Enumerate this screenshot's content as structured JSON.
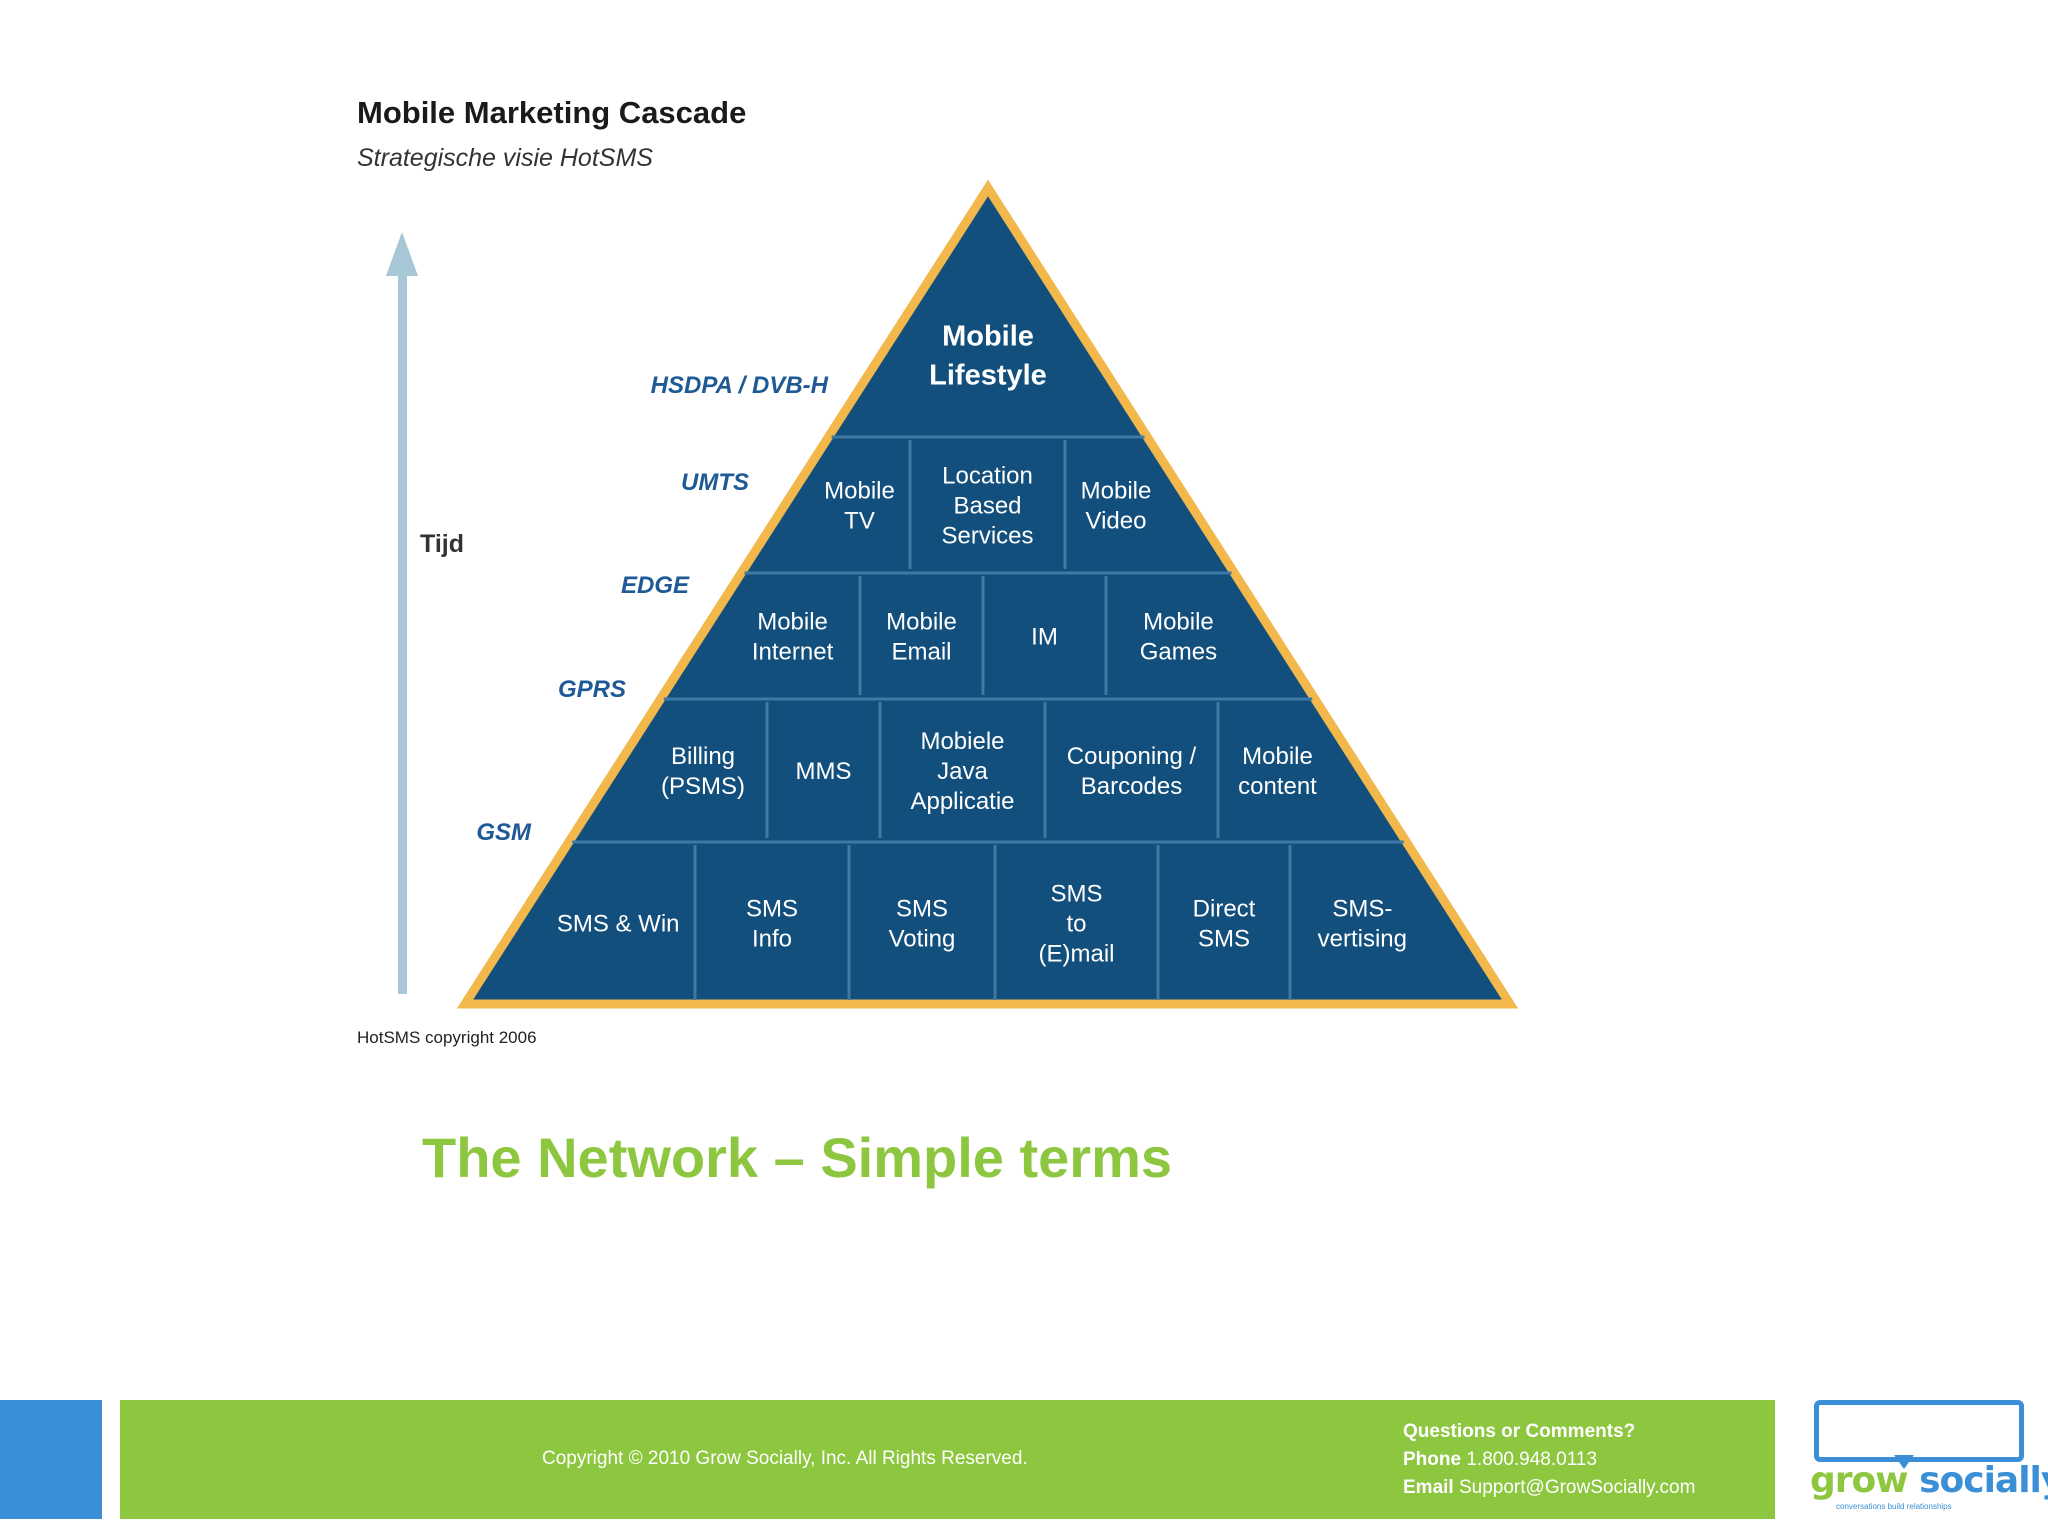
{
  "figure": {
    "title": "Mobile Marketing Cascade",
    "subtitle": "Strategische visie HotSMS",
    "axis_label": "Tijd",
    "copyright": "HotSMS copyright 2006"
  },
  "pyramid": {
    "levels": [
      {
        "network": "GSM",
        "cells": [
          [
            "SMS & Win"
          ],
          [
            "SMS",
            "Info"
          ],
          [
            "SMS",
            "Voting"
          ],
          [
            "SMS",
            "to",
            "(E)mail"
          ],
          [
            "Direct",
            "SMS"
          ],
          [
            "SMS-",
            "vertising"
          ]
        ]
      },
      {
        "network": "GPRS",
        "cells": [
          [
            "Billing",
            "(PSMS)"
          ],
          [
            "MMS"
          ],
          [
            "Mobiele",
            "Java",
            "Applicatie"
          ],
          [
            "Couponing /",
            "Barcodes"
          ],
          [
            "Mobile",
            "content"
          ]
        ]
      },
      {
        "network": "EDGE",
        "cells": [
          [
            "Mobile",
            "Internet"
          ],
          [
            "Mobile",
            "Email"
          ],
          [
            "IM"
          ],
          [
            "Mobile",
            "Games"
          ]
        ]
      },
      {
        "network": "UMTS",
        "cells": [
          [
            "Mobile",
            "TV"
          ],
          [
            "Location",
            "Based",
            "Services"
          ],
          [
            "Mobile",
            "Video"
          ]
        ]
      },
      {
        "network": "HSDPA / DVB-H",
        "cells": [
          [
            "Mobile",
            "Lifestyle"
          ]
        ]
      }
    ],
    "colors": {
      "fill": "#134f7c",
      "border": "#f2b84b",
      "divider": "#3f7aa6",
      "label": "#1f5a96",
      "arrow": "#a7c6d6"
    }
  },
  "slide_title": "The Network – Simple terms",
  "footer": {
    "copyright": "Copyright © 2010 Grow Socially, Inc. All Rights Reserved.",
    "contact_heading": "Questions or Comments?",
    "phone_label": "Phone",
    "phone": "1.800.948.0113",
    "email_label": "Email",
    "email": "Support@GrowSocially.com"
  },
  "logo": {
    "word1": "grow",
    "word2": "socially",
    "tagline": "conversations build relationships"
  },
  "colors": {
    "accent_green": "#8dc63f",
    "accent_blue": "#3a8fd6"
  }
}
